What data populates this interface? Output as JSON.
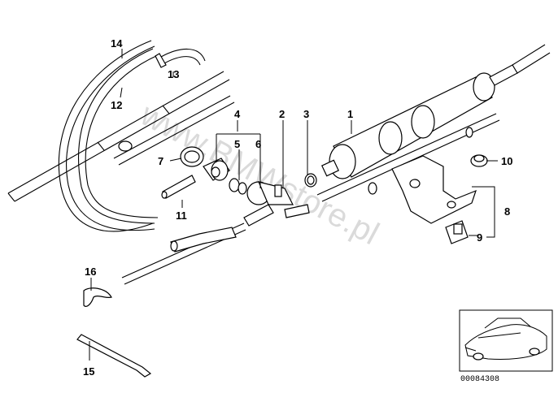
{
  "watermark": "www.BMWstore.pl",
  "doc_id": "00084308",
  "callouts": {
    "p1": "1",
    "p2": "2",
    "p3": "3",
    "p4": "4",
    "p5": "5",
    "p6": "6",
    "p7": "7",
    "p8": "8",
    "p9": "9",
    "p10": "10",
    "p11": "11",
    "p12": "12",
    "p13": "13",
    "p14": "14",
    "p15": "15",
    "p16": "16"
  }
}
